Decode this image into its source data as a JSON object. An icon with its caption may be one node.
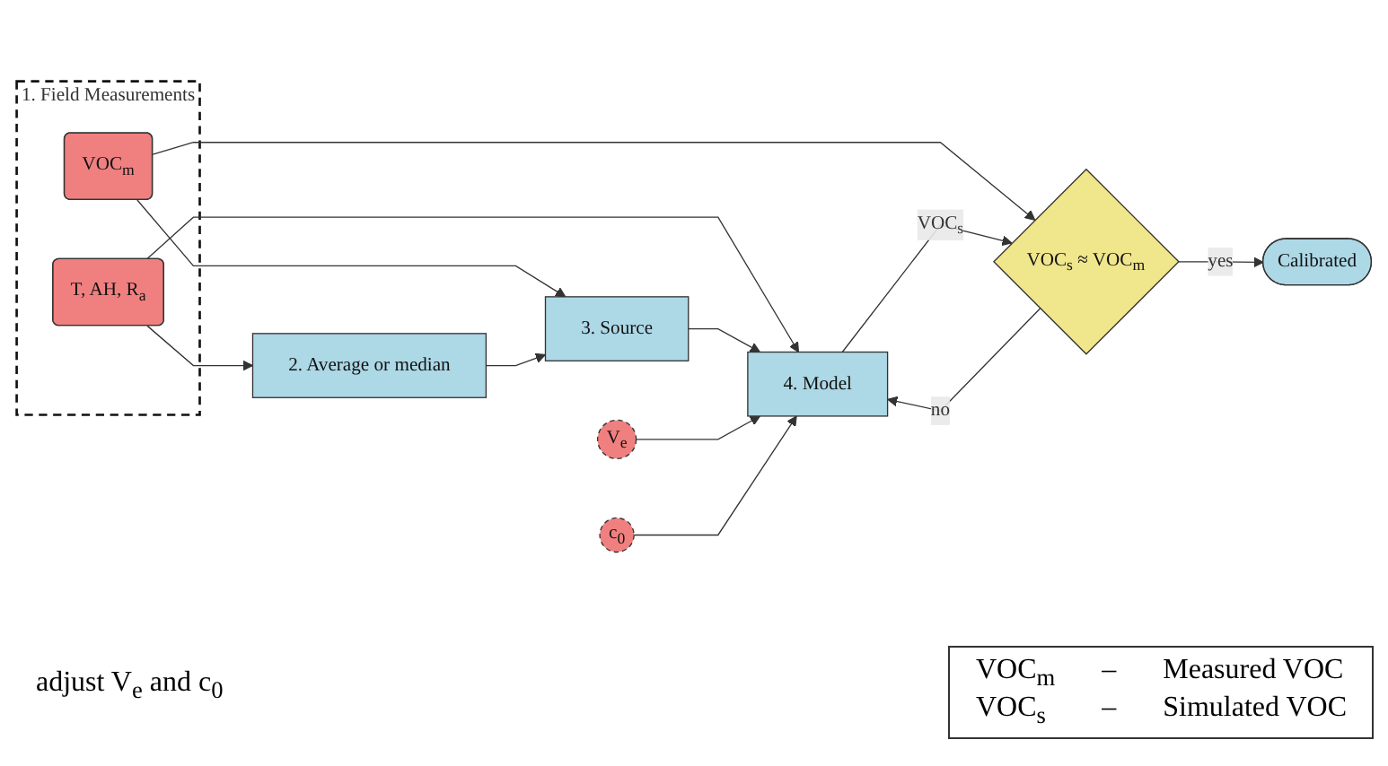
{
  "diagram": {
    "nodes": [
      {
        "text": [
          "1. Field Measurements"
        ]
      },
      {
        "text": [
          "T, AH, R$_{a}$"
        ],
        "in": 0
      },
      {
        "text": [
          "VOC$_{m}$"
        ],
        "in": 0
      },
      {
        "text": [
          "2. Average or median"
        ]
      },
      {
        "text": [
          "3. Source"
        ]
      },
      {
        "text": [
          "4. Model"
        ]
      },
      {
        "text": [
          "VOC$_{s}$ ≈ VOC$_{m}$"
        ]
      },
      {
        "text": [
          "Calibrated"
        ]
      },
      {
        "text": [
          "V$_{e}$"
        ]
      },
      {
        "text": [
          "c$_{0}$"
        ]
      }
    ],
    "edges": [
      {
        "from": 1,
        "to": 3,
        "arrow": "to"
      },
      {
        "from": 1,
        "to": 5,
        "arrow": "to"
      },
      {
        "from": 2,
        "to": 4,
        "arrow": "to"
      },
      {
        "from": 2,
        "to": 6,
        "arrow": "to"
      },
      {
        "from": 3,
        "to": 4,
        "arrow": "to"
      },
      {
        "from": 4,
        "to": 5,
        "arrow": "to"
      },
      {
        "from": 5,
        "to": 6,
        "label": "VOC$_{s}$",
        "arrow": "to"
      },
      {
        "from": 6,
        "to": 7,
        "label": "yes",
        "arrow": "to"
      },
      {
        "from": 6,
        "to": 5,
        "label": "no",
        "arrow": "to"
      },
      {
        "from": 8,
        "to": 5,
        "arrow": "to"
      },
      {
        "from": 9,
        "to": 5,
        "arrow": "to"
      }
    ],
    "labels": [
      "adjust V$_{e}$ and c$_{0}$",
      "VOC$_{m}$",
      "–",
      "Measured VOC",
      "VOC$_{s}$",
      "–",
      "Simulated VOC"
    ]
  }
}
